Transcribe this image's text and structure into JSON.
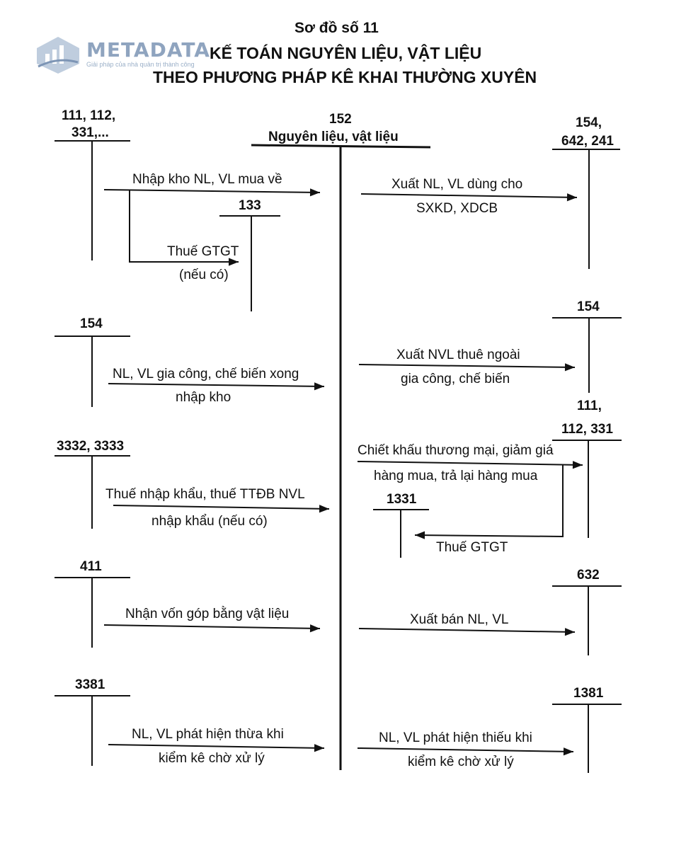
{
  "title": {
    "line1": "Sơ đồ số 11",
    "line2": "KẾ TOÁN NGUYÊN LIỆU, VẬT LIỆU",
    "line3": "THEO PHƯƠNG PHÁP KÊ KHAI THƯỜNG XUYÊN"
  },
  "watermark": {
    "name": "METADATA",
    "tagline": "Giải pháp của nhà quản trị thành công",
    "icon": "building-chart-icon"
  },
  "center_account": {
    "code": "152",
    "name": "Nguyên liệu, vật liệu"
  },
  "left_accounts": {
    "a1": {
      "line1": "111, 112,",
      "line2": "331,..."
    },
    "a133": "133",
    "a154": "154",
    "a3332": "3332, 3333",
    "a411": "411",
    "a3381": "3381"
  },
  "right_accounts": {
    "a154_642": {
      "line1": "154,",
      "line2": "642, 241"
    },
    "a154": "154",
    "a111": {
      "line1": "111,",
      "line2": "112, 331"
    },
    "a1331": "1331",
    "a632": "632",
    "a1381": "1381"
  },
  "left_flows": {
    "purchase": "Nhập kho NL, VL mua về",
    "vat_line1": "Thuế GTGT",
    "vat_line2": "(nếu có)",
    "processing_line1": "NL, VL gia công, chế biến xong",
    "processing_line2": "nhập kho",
    "import_line1": "Thuế nhập khẩu, thuế TTĐB NVL",
    "import_line2": "nhập khẩu (nếu có)",
    "capital": "Nhận vốn góp bằng vật liệu",
    "surplus_line1": "NL, VL phát hiện thừa khi",
    "surplus_line2": "kiểm kê chờ xử lý"
  },
  "right_flows": {
    "issue_line1": "Xuất NL, VL dùng cho",
    "issue_line2": "SXKD, XDCB",
    "outsource_line1": "Xuất NVL thuê ngoài",
    "outsource_line2": "gia công, chế biến",
    "discount_line1": "Chiết khấu thương mại, giảm giá",
    "discount_line2": "hàng mua, trả lại hàng mua",
    "vat": "Thuế GTGT",
    "sale": "Xuất bán NL, VL",
    "shortage_line1": "NL, VL phát hiện thiếu khi",
    "shortage_line2": "kiểm kê chờ xử lý"
  }
}
